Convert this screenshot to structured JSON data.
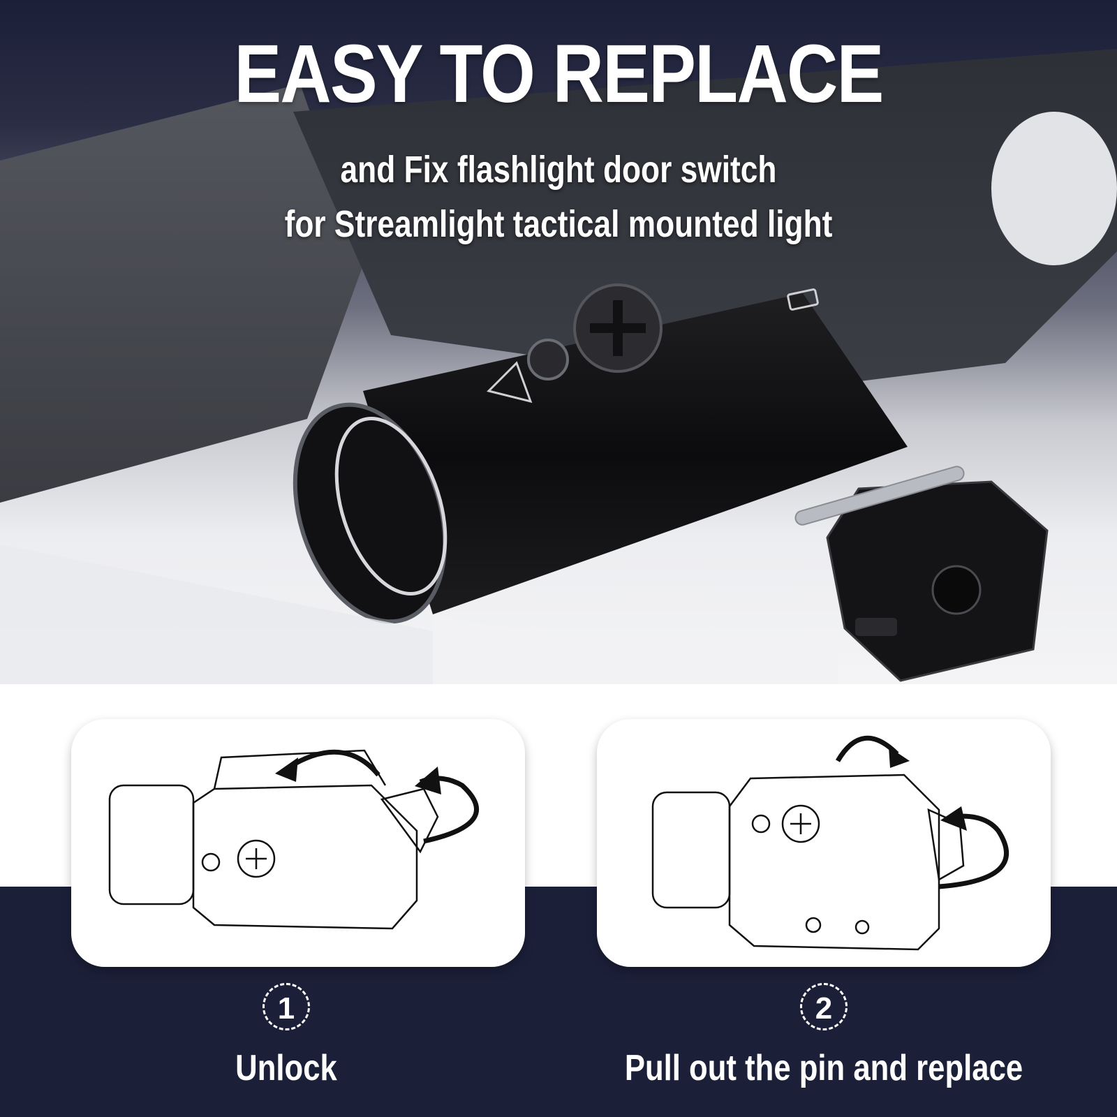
{
  "headline": "EASY TO REPLACE",
  "subheadline_line1": "and Fix flashlight door switch",
  "subheadline_line2": "for Streamlight tactical mounted light",
  "colors": {
    "navy": "#1b1f38",
    "white": "#ffffff",
    "product_black": "#141416"
  },
  "steps": [
    {
      "number": "1",
      "label": "Unlock"
    },
    {
      "number": "2",
      "label": "Pull out the pin and replace"
    }
  ]
}
